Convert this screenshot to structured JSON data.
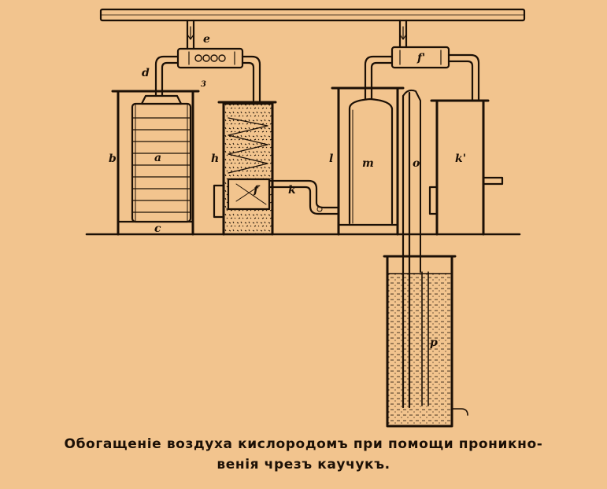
{
  "caption": {
    "line1": "Обогащеніе воздуха кислородомъ при помощи проникно-",
    "line2": "венія чрезъ каучукъ."
  },
  "labels": {
    "b": "b",
    "a": "a",
    "c": "c",
    "d": "d",
    "e": "e",
    "h": "h",
    "f": "f",
    "k": "k",
    "l": "l",
    "m": "m",
    "o": "o",
    "k_prime": "k'",
    "f_prime": "f'",
    "p": "p",
    "three": "3"
  },
  "colors": {
    "paper": "#f2c48e",
    "ink": "#1c1006"
  }
}
